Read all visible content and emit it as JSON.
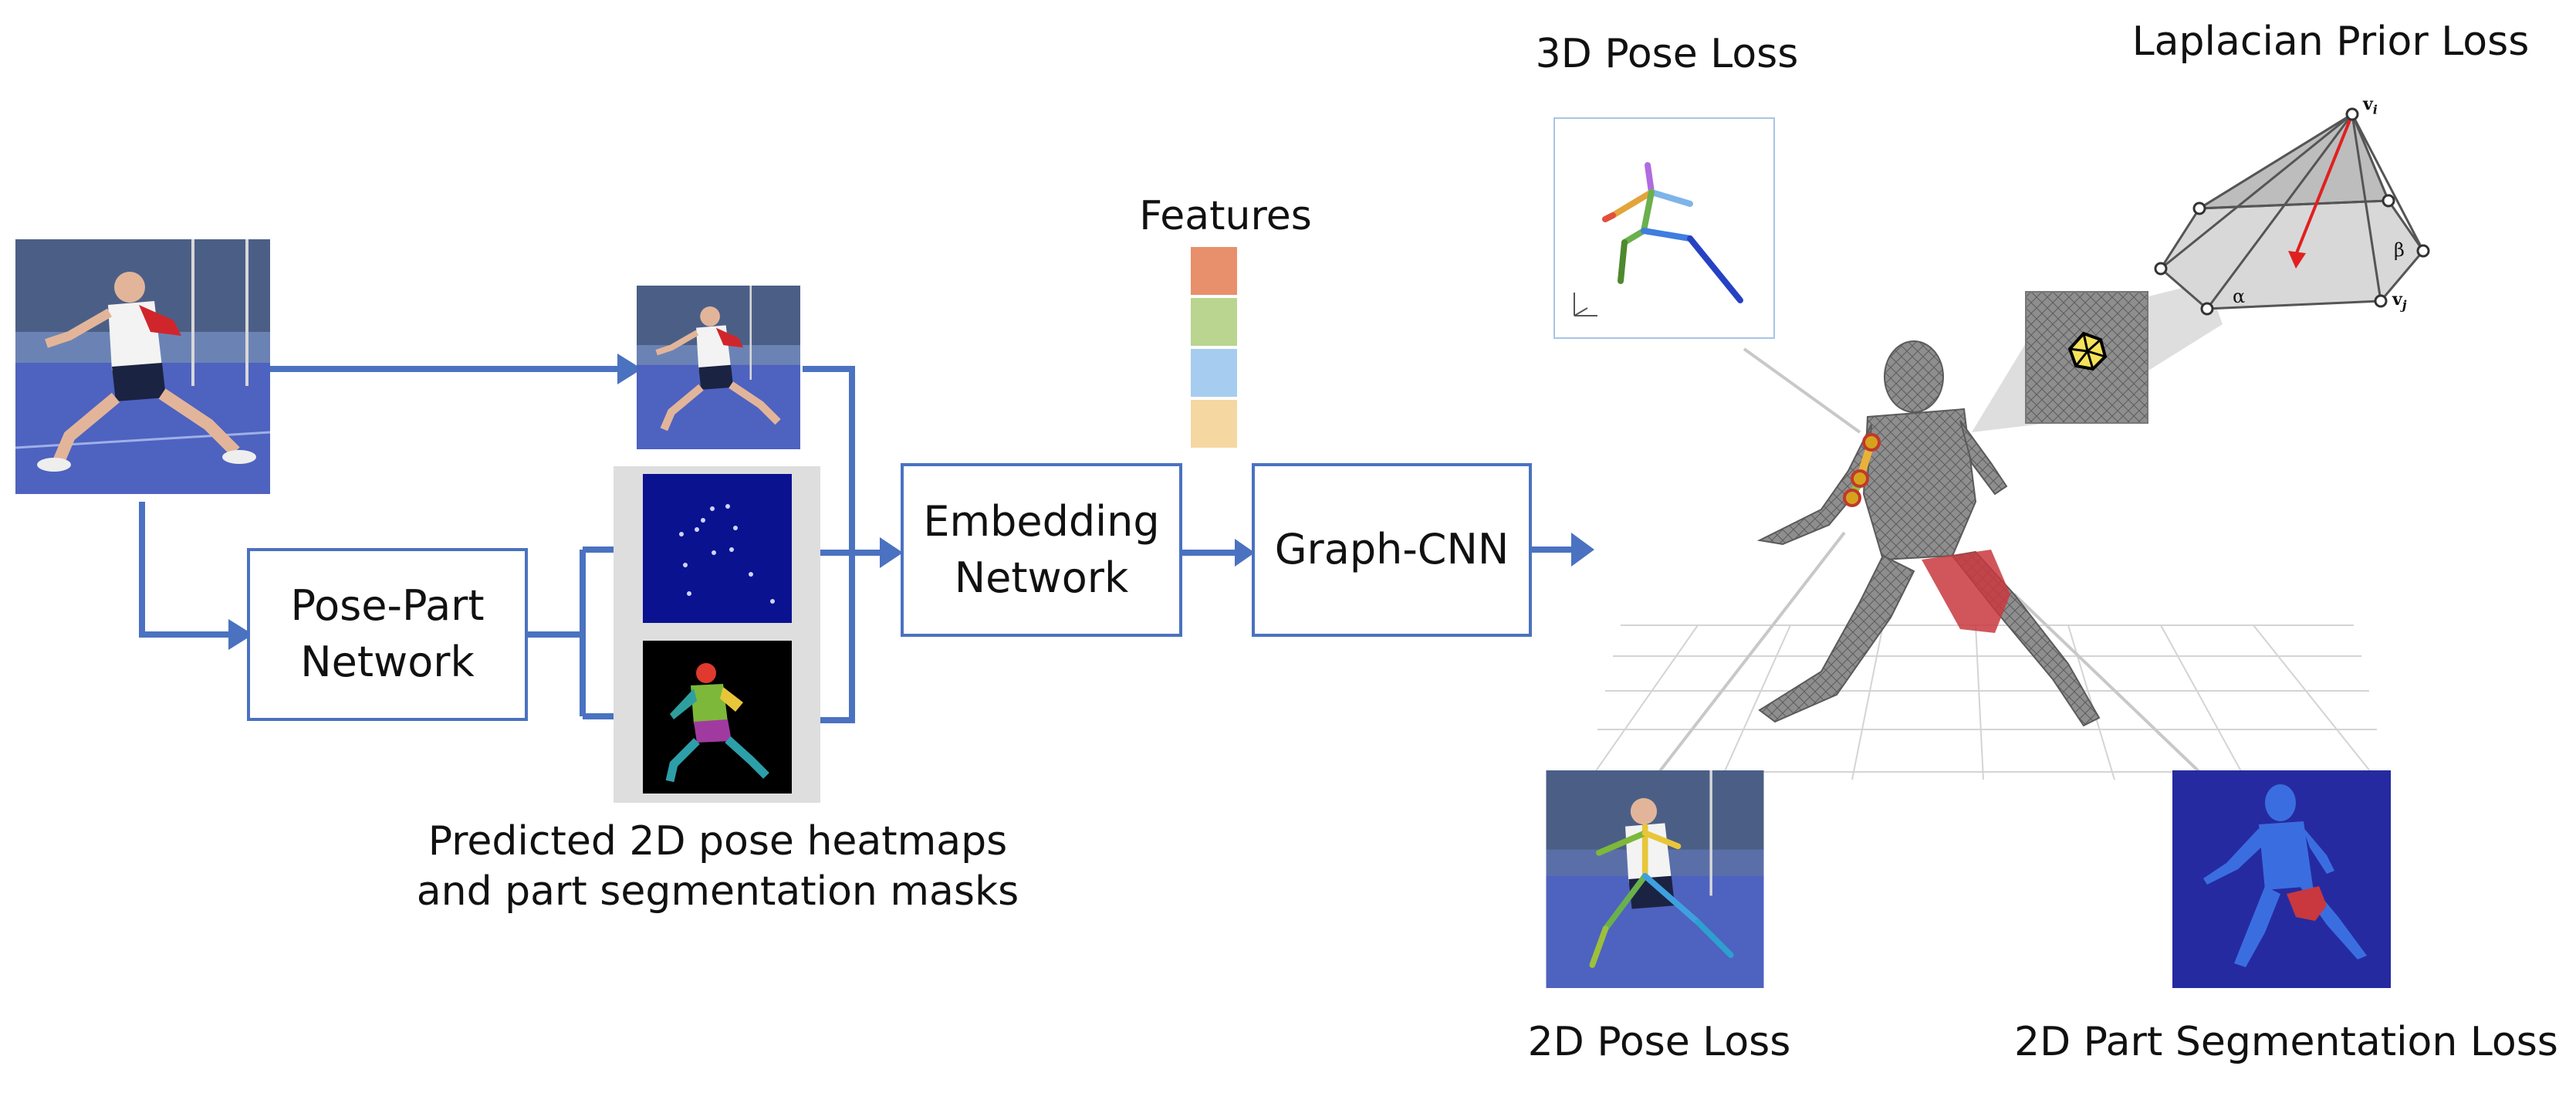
{
  "boxes": {
    "pose_part": [
      "Pose-Part",
      "Network"
    ],
    "embedding": [
      "Embedding",
      "Network"
    ],
    "graph_cnn": "Graph-CNN"
  },
  "labels": {
    "features": "Features",
    "predicted": [
      "Predicted 2D pose heatmaps",
      "and part segmentation masks"
    ],
    "pose3d_loss": "3D Pose Loss",
    "laplacian_loss": "Laplacian Prior Loss",
    "pose2d_loss": "2D Pose Loss",
    "seg2d_loss": "2D Part Segmentation Loss"
  },
  "laplacian_symbols": {
    "vi": "v",
    "vi_sub": "i",
    "vj": "v",
    "vj_sub": "j",
    "alpha": "α",
    "beta": "β"
  },
  "colors": {
    "arrow": "#4a72c0",
    "feature_1": "#e8906b",
    "feature_2": "#b9d58f",
    "feature_3": "#a6cdef",
    "feature_4": "#f5d7a1",
    "heatmap_bg": "#0a1290",
    "seg_bg": "#262aa0",
    "highlight_red": "#c8383e"
  },
  "icons": [
    "input-photo",
    "heatmap-image",
    "segmentation-mask-image",
    "mesh-3d-figure",
    "skeleton-3d-plot",
    "laplacian-pyramid-diagram"
  ]
}
